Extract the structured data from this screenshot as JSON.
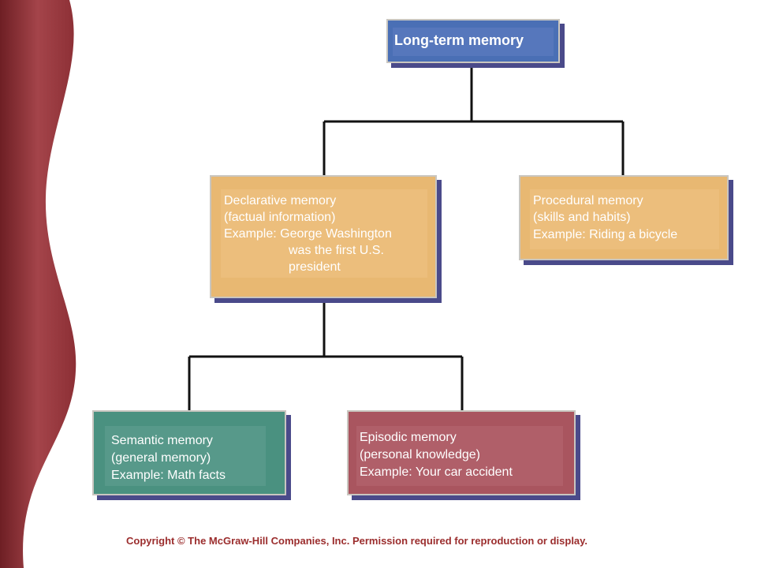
{
  "diagram": {
    "root": {
      "label": "Long-term memory"
    },
    "declarative": {
      "line1": "Declarative memory",
      "line2": "(factual information)",
      "line3": "Example: George Washington",
      "line4": "was the first U.S.",
      "line5": "president"
    },
    "procedural": {
      "line1": "Procedural memory",
      "line2": "(skills and habits)",
      "line3": "Example: Riding a bicycle"
    },
    "semantic": {
      "line1": "Semantic memory",
      "line2": "(general memory)",
      "line3": "Example: Math facts"
    },
    "episodic": {
      "line1": "Episodic memory",
      "line2": "(personal knowledge)",
      "line3": "Example: Your car accident"
    }
  },
  "footer": {
    "copyright": "Copyright © The McGraw-Hill Companies, Inc. Permission required for reproduction or display."
  },
  "colors": {
    "root_fill": "#4a6fb5",
    "declarative_fill": "#e8b872",
    "procedural_fill": "#e8b872",
    "semantic_fill": "#4a9180",
    "episodic_fill": "#a9555f",
    "shadow": "#4a4a8a",
    "copyright_text": "#9b2d2d",
    "sidebar_wave": "#9b3a3e"
  }
}
